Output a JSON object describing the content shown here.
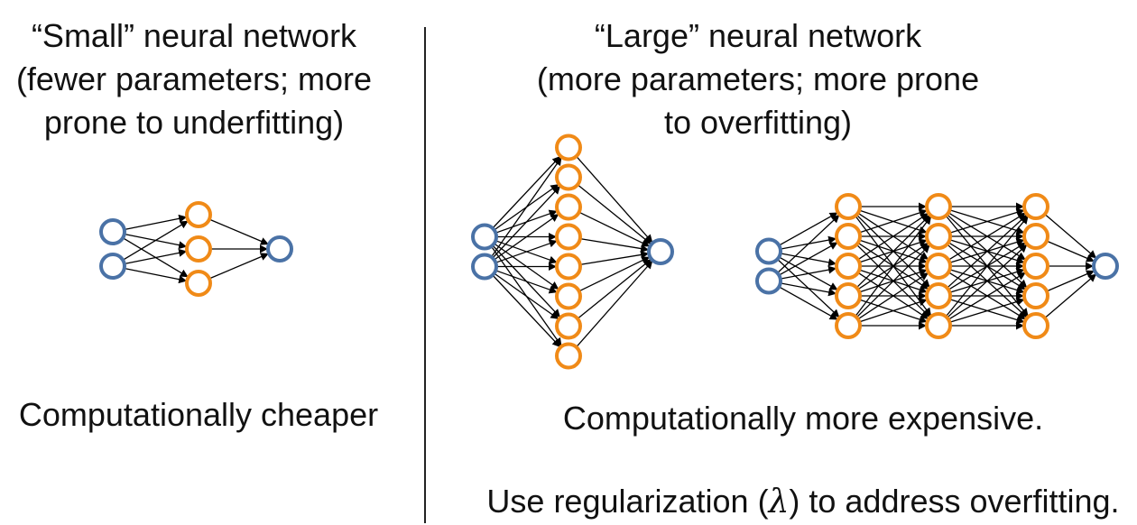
{
  "small_panel": {
    "title_lines": [
      "“Small” neural network",
      "(fewer parameters; more",
      "prone to underfitting)"
    ],
    "footer": "Computationally cheaper",
    "network": {
      "layers": [
        2,
        3,
        1
      ]
    }
  },
  "large_panel": {
    "title_lines": [
      "“Large” neural network",
      "(more parameters; more prone",
      "to overfitting)"
    ],
    "footer": "Computationally more expensive.",
    "network_a": {
      "layers": [
        2,
        8,
        1
      ]
    },
    "network_b": {
      "layers": [
        2,
        5,
        5,
        5,
        1
      ]
    }
  },
  "regularization_note": {
    "prefix": "Use regularization (",
    "symbol": "λ",
    "suffix": ") to address overfitting."
  },
  "colors": {
    "input_output_node": "#4a72a6",
    "hidden_node": "#f08a17",
    "connection": "#000000"
  }
}
